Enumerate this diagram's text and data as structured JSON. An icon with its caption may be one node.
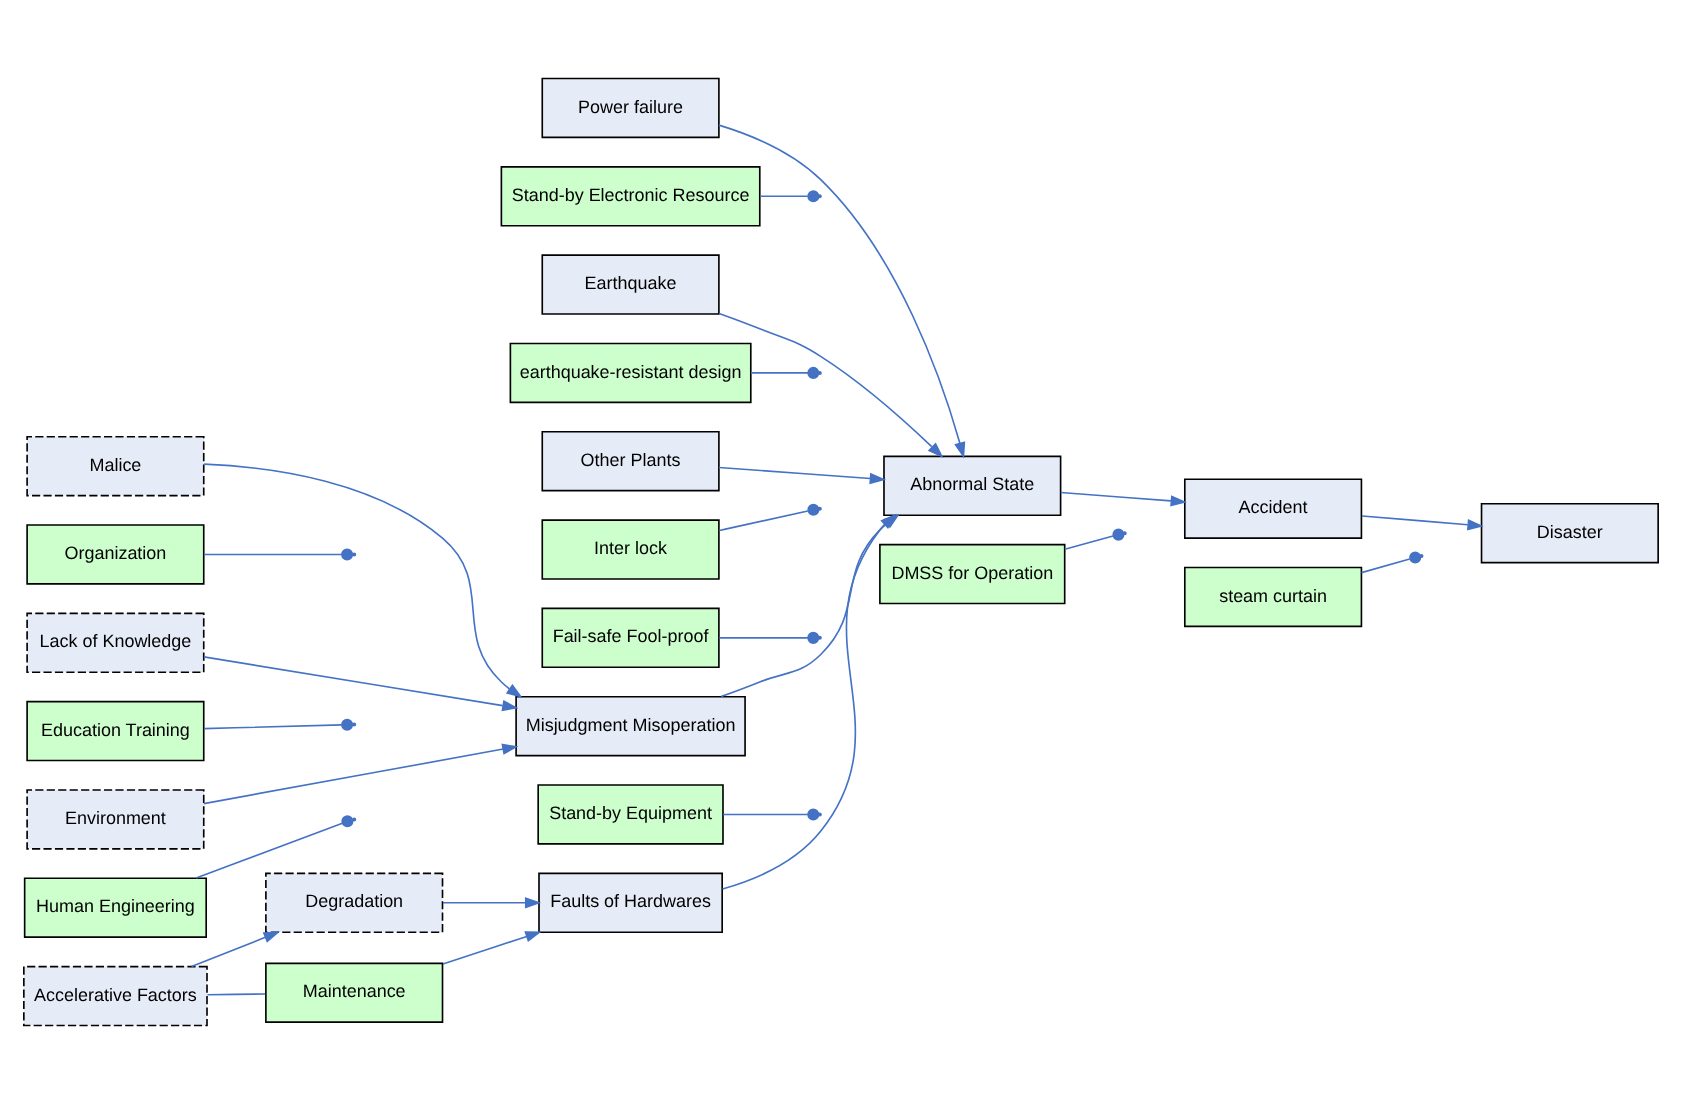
{
  "diagram": {
    "nodes": [
      {
        "text": [
          "Power failure"
        ]
      },
      {
        "text": [
          "Earthquake"
        ]
      },
      {
        "text": [
          "Stand-by Electronic Resource"
        ]
      },
      {
        "text": [
          "Inter lock"
        ]
      },
      {
        "text": [
          "earthquake-resistant design"
        ]
      },
      {
        "text": [
          "Other Plants"
        ]
      },
      {
        "text": [
          "Organization"
        ]
      },
      {
        "text": [
          "Malice"
        ]
      },
      {
        "text": [
          "Education Training"
        ]
      },
      {
        "text": [
          "Abnormal State"
        ]
      },
      {
        "text": [
          "Accident"
        ]
      },
      {
        "text": [
          "Disaster"
        ]
      },
      {
        "text": [
          "Lack of Knowledge"
        ]
      },
      {
        "text": [
          "Misjudgment Misoperation"
        ]
      },
      {
        "text": [
          "Environment"
        ]
      },
      {
        "text": [
          "DMSS for Operation"
        ]
      },
      {
        "text": [
          "steam curtain"
        ]
      },
      {
        "text": [
          "Human Engineering"
        ]
      },
      {
        "text": [
          "Fail-safe Fool-proof"
        ]
      },
      {
        "text": [
          "Stand-by Equipment"
        ]
      },
      {
        "text": [
          "Accelerative Factors"
        ]
      },
      {
        "text": [
          "Degradation"
        ]
      },
      {
        "text": [
          "Faults of Hardwares"
        ]
      },
      {
        "text": [
          "Maintenance"
        ]
      }
    ],
    "edges": [
      {
        "from": 0,
        "to": 9,
        "arrow": "to"
      },
      {
        "from": 1,
        "to": 9,
        "arrow": "to"
      },
      {
        "from": 5,
        "to": 9,
        "arrow": "to"
      },
      {
        "from": 7,
        "to": 13,
        "arrow": "to"
      },
      {
        "from": 12,
        "to": 13,
        "arrow": "to"
      },
      {
        "from": 14,
        "to": 13,
        "arrow": "to"
      },
      {
        "from": 13,
        "to": 9,
        "arrow": "to"
      },
      {
        "from": 20,
        "to": 21,
        "arrow": "to"
      },
      {
        "from": 20,
        "to": 23,
        "arrow": "none"
      },
      {
        "from": 21,
        "to": 22,
        "arrow": "to"
      },
      {
        "from": 23,
        "to": 22,
        "arrow": "to"
      },
      {
        "from": 22,
        "to": 9,
        "arrow": "to"
      },
      {
        "from": 9,
        "to": 10,
        "arrow": "to"
      },
      {
        "from": 10,
        "to": 11,
        "arrow": "to"
      },
      {
        "from": 2,
        "to": null,
        "arrow": "other"
      },
      {
        "from": 3,
        "to": null,
        "arrow": "other"
      },
      {
        "from": 4,
        "to": null,
        "arrow": "other"
      },
      {
        "from": 6,
        "to": null,
        "arrow": "other"
      },
      {
        "from": 8,
        "to": null,
        "arrow": "other"
      },
      {
        "from": 17,
        "to": null,
        "arrow": "other"
      },
      {
        "from": 18,
        "to": null,
        "arrow": "other"
      },
      {
        "from": 19,
        "to": null,
        "arrow": "other"
      },
      {
        "from": 15,
        "to": null,
        "arrow": "other"
      },
      {
        "from": 16,
        "to": null,
        "arrow": "other"
      }
    ]
  }
}
